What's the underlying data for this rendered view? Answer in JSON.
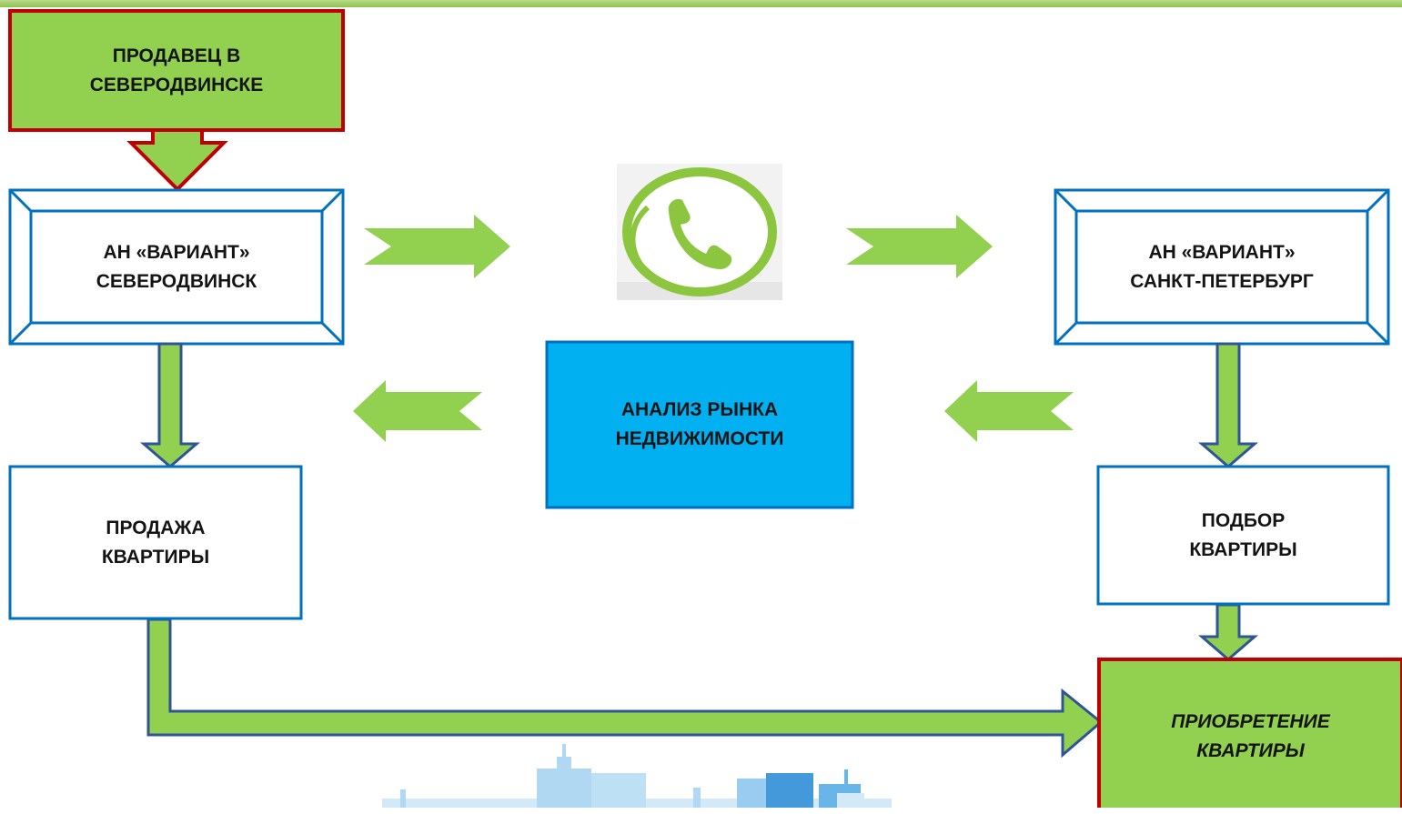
{
  "nodes": {
    "seller": "ПРОДАВЕЦ  В\nСЕВЕРОДВИНСКЕ",
    "agency_severodvinsk": "АН «ВАРИАНТ»\nСЕВЕРОДВИНСК",
    "agency_spb": "АН «ВАРИАНТ»\nСАНКТ-ПЕТЕРБУРГ",
    "market_analysis": "АНАЛИЗ РЫНКА\nНЕДВИЖИМОСТИ",
    "apartment_sale": "ПРОДАЖА\nКВАРТИРЫ",
    "apartment_selection": "ПОДБОР\nКВАРТИРЫ",
    "apartment_purchase": "ПРИОБРЕТЕНИЕ\nКВАРТИРЫ"
  },
  "icons": {
    "phone": "phone-icon",
    "skyline": "city-skyline-icon"
  },
  "colors": {
    "green": "#92d050",
    "blue_border": "#0070c0",
    "red_border": "#c00000",
    "analysis_fill": "#00b0f0",
    "arrow_outline": "#2f5597",
    "phone_green": "#8cc63f"
  }
}
